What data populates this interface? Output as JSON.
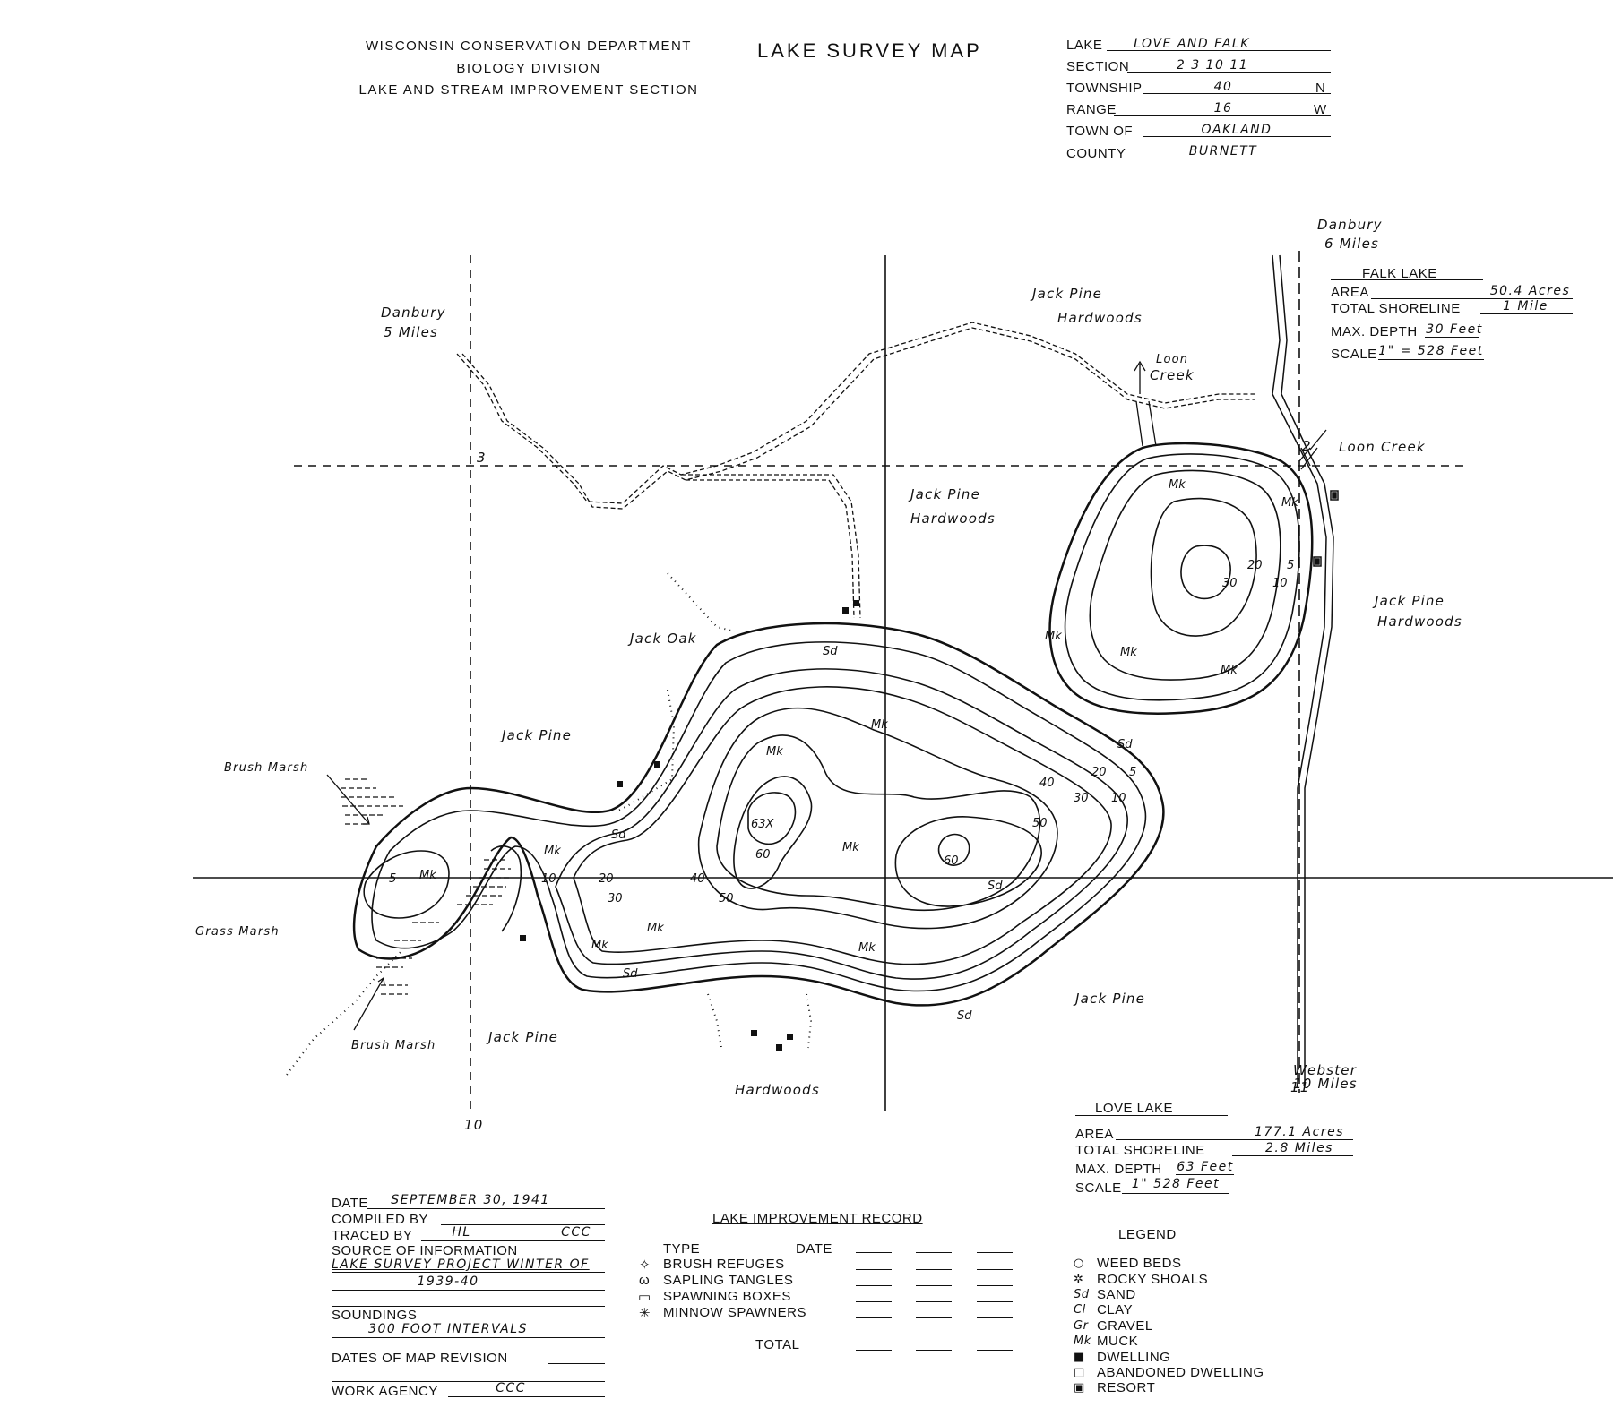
{
  "header": {
    "dept_line1": "WISCONSIN   CONSERVATION   DEPARTMENT",
    "dept_line2": "BIOLOGY   DIVISION",
    "dept_line3": "LAKE   AND   STREAM   IMPROVEMENT   SECTION",
    "title": "LAKE  SURVEY  MAP"
  },
  "location_form": {
    "lake_label": "LAKE",
    "lake_value": "LOVE  AND  FALK",
    "section_label": "SECTION",
    "section_value": "2  3  10  11",
    "township_label": "TOWNSHIP",
    "township_value": "40",
    "township_dir": "N",
    "range_label": "RANGE",
    "range_value": "16",
    "range_dir": "W",
    "town_label": "TOWN  OF",
    "town_value": "OAKLAND",
    "county_label": "COUNTY",
    "county_value": "BURNETT"
  },
  "falk_lake": {
    "name": "FALK LAKE",
    "area_label": "AREA",
    "area_value": "50.4 Acres",
    "shoreline_label": "TOTAL  SHORELINE",
    "shoreline_value": "1 Mile",
    "depth_label": "MAX. DEPTH",
    "depth_value": "30 Feet",
    "scale_label": "SCALE",
    "scale_value": "1\" = 528 Feet"
  },
  "love_lake": {
    "name": "LOVE LAKE",
    "area_label": "AREA",
    "area_value": "177.1 Acres",
    "shoreline_label": "TOTAL  SHORELINE",
    "shoreline_value": "2.8 Miles",
    "depth_label": "MAX.  DEPTH",
    "depth_value": "63 Feet",
    "scale_label": "SCALE",
    "scale_value": "1\" 528 Feet"
  },
  "map_labels": {
    "danbury_5": "Danbury",
    "danbury_5_dist": "5 Miles",
    "danbury_6": "Danbury",
    "danbury_6_dist": "6 Miles",
    "webster": "Webster",
    "webster_dist": "10 Miles",
    "jack_pine_hardwoods_n": "Jack Pine",
    "jack_pine_hardwoods_n2": "Hardwoods",
    "jack_pine_hardwoods_c": "Jack Pine",
    "jack_pine_hardwoods_c2": "Hardwoods",
    "jack_pine_hardwoods_e": "Jack Pine",
    "jack_pine_hardwoods_e2": "Hardwoods",
    "loon_creek_n": "Loon",
    "loon_creek_n2": "Creek",
    "loon_creek_e": "Loon Creek",
    "jack_oak": "Jack Oak",
    "jack_pine_w": "Jack Pine",
    "jack_pine_sw": "Jack Pine",
    "jack_pine_se": "Jack Pine",
    "hardwoods_s": "Hardwoods",
    "brush_marsh_n": "Brush Marsh",
    "brush_marsh_s": "Brush Marsh",
    "grass_marsh": "Grass Marsh",
    "section_3": "3",
    "section_2": "2",
    "section_10": "10",
    "section_11": "11",
    "mk": "Mk",
    "sd": "Sd",
    "d5": "5",
    "d10": "10",
    "d20": "20",
    "d30": "30",
    "d40": "40",
    "d50": "50",
    "d60": "60",
    "d63": "63X"
  },
  "record": {
    "date_label": "DATE",
    "date_value": "SEPTEMBER 30, 1941",
    "compiled_label": "COMPILED  BY",
    "traced_label": "TRACED  BY",
    "traced_value": "HL",
    "traced_agency": "CCC",
    "source_label": "SOURCE  OF  INFORMATION",
    "source_value1": "LAKE SURVEY PROJECT WINTER OF",
    "source_value2": "1939-40",
    "soundings_label": "SOUNDINGS",
    "soundings_value": "300 FOOT  INTERVALS",
    "revision_label": "DATES  OF  MAP  REVISION",
    "agency_label": "WORK  AGENCY",
    "agency_value": "CCC"
  },
  "improvement": {
    "title": "LAKE  IMPROVEMENT  RECORD",
    "type_label": "TYPE",
    "date_label": "DATE",
    "items": [
      "BRUSH  REFUGES",
      "SAPLING  TANGLES",
      "SPAWNING  BOXES",
      "MINNOW  SPAWNERS"
    ],
    "total_label": "TOTAL"
  },
  "legend": {
    "title": "LEGEND",
    "items": [
      {
        "sym": "○",
        "label": "WEED  BEDS"
      },
      {
        "sym": "✲",
        "label": "ROCKY  SHOALS"
      },
      {
        "sym": "Sd",
        "label": "SAND"
      },
      {
        "sym": "Cl",
        "label": "CLAY"
      },
      {
        "sym": "Gr",
        "label": "GRAVEL"
      },
      {
        "sym": "Mk",
        "label": "MUCK"
      },
      {
        "sym": "■",
        "label": "DWELLING"
      },
      {
        "sym": "□",
        "label": "ABANDONED  DWELLING"
      },
      {
        "sym": "▣",
        "label": "RESORT"
      }
    ]
  }
}
